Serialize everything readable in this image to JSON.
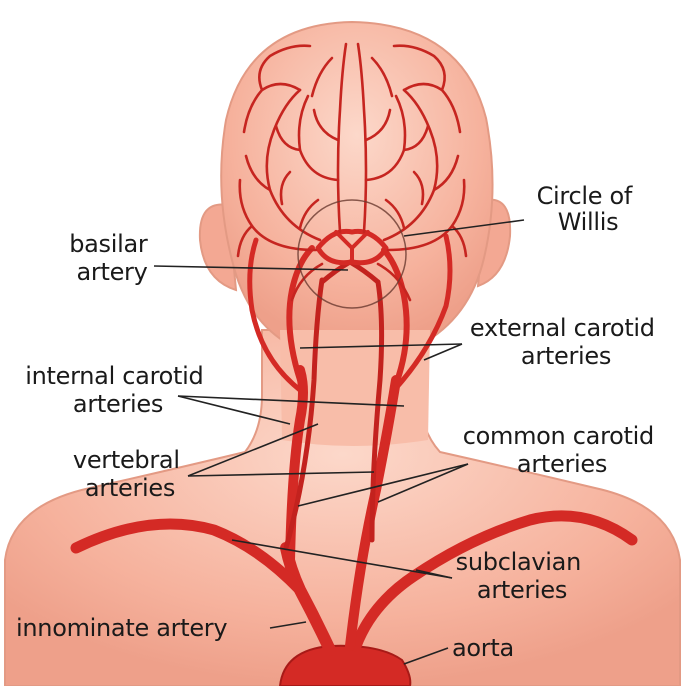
{
  "labels": {
    "circle_of_willis": [
      "Circle of",
      "Willis"
    ],
    "basilar_artery": [
      "basilar",
      "artery"
    ],
    "external_carotid": [
      "external carotid",
      "arteries"
    ],
    "internal_carotid": [
      "internal carotid",
      "arteries"
    ],
    "common_carotid": [
      "common carotid",
      "arteries"
    ],
    "vertebral": [
      "vertebral",
      "arteries"
    ],
    "subclavian": [
      "subclavian",
      "arteries"
    ],
    "innominate": "innominate artery",
    "aorta": "aorta"
  },
  "colors": {
    "skin": "#f6b29d",
    "skin_light": "#fbd3c4",
    "skin_edge": "#e0907a",
    "artery": "#d42a25",
    "artery_dark": "#a81a17",
    "text": "#1a1a1a"
  }
}
